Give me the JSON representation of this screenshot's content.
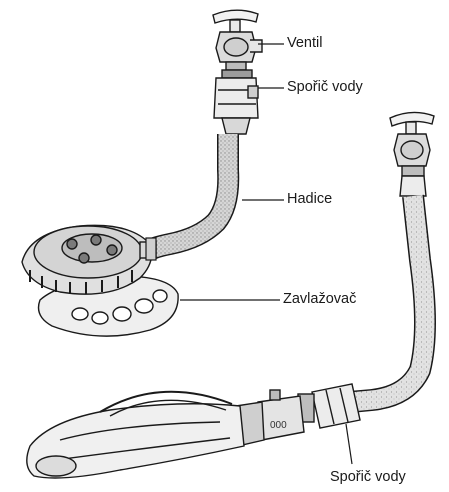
{
  "labels": {
    "valve": "Ventil",
    "water_saver_top": "Spořič vody",
    "hose": "Hadice",
    "sprinkler": "Zavlažovač",
    "water_saver_bottom": "Spořič vody"
  },
  "colors": {
    "line": "#1a1a1a",
    "hose_fill": "#cfcfcf",
    "metal_fill": "#e6e6e6",
    "shade": "#9a9a9a"
  }
}
